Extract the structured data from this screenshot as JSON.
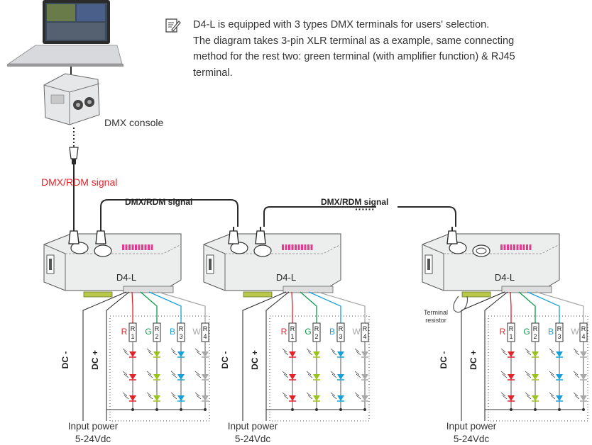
{
  "note": {
    "lines": [
      "D4-L is equipped with 3 types DMX terminals for users' selection.",
      "The diagram takes 3-pin XLR terminal as a example, same connecting",
      "method for the rest two: green terminal (with amplifier function) & RJ45",
      "terminal."
    ]
  },
  "console_label": "DMX console",
  "input_signal_label": "DMX/RDM signal",
  "link_signal_label": "DMX/RDM signal",
  "dots": "······",
  "terminal_resistor": [
    "Terminal",
    "resistor"
  ],
  "units": [
    {
      "model": "D4-L",
      "dc_minus": "DC -",
      "dc_plus": "DC +",
      "power_label": "Input power",
      "power_spec": "5-24Vdc"
    },
    {
      "model": "D4-L",
      "dc_minus": "DC -",
      "dc_plus": "DC +",
      "power_label": "Input power",
      "power_spec": "5-24Vdc"
    },
    {
      "model": "D4-L",
      "dc_minus": "DC -",
      "dc_plus": "DC +",
      "power_label": "Input power",
      "power_spec": "5-24Vdc"
    }
  ],
  "channels": [
    {
      "letter": "R",
      "resistor": "R1",
      "color": "#e2232a"
    },
    {
      "letter": "G",
      "resistor": "R2",
      "color": "#0a9a48"
    },
    {
      "letter": "B",
      "resistor": "R3",
      "color": "#1aa0d8"
    },
    {
      "letter": "W",
      "resistor": "R4",
      "color": "#a8a8a8"
    }
  ],
  "colors": {
    "signal_red": "#e2232a",
    "wire": "#2a2a2a",
    "led_green": "#9ac31c",
    "led_blue": "#1aa0d8",
    "label_pink": "#e23b8e"
  }
}
